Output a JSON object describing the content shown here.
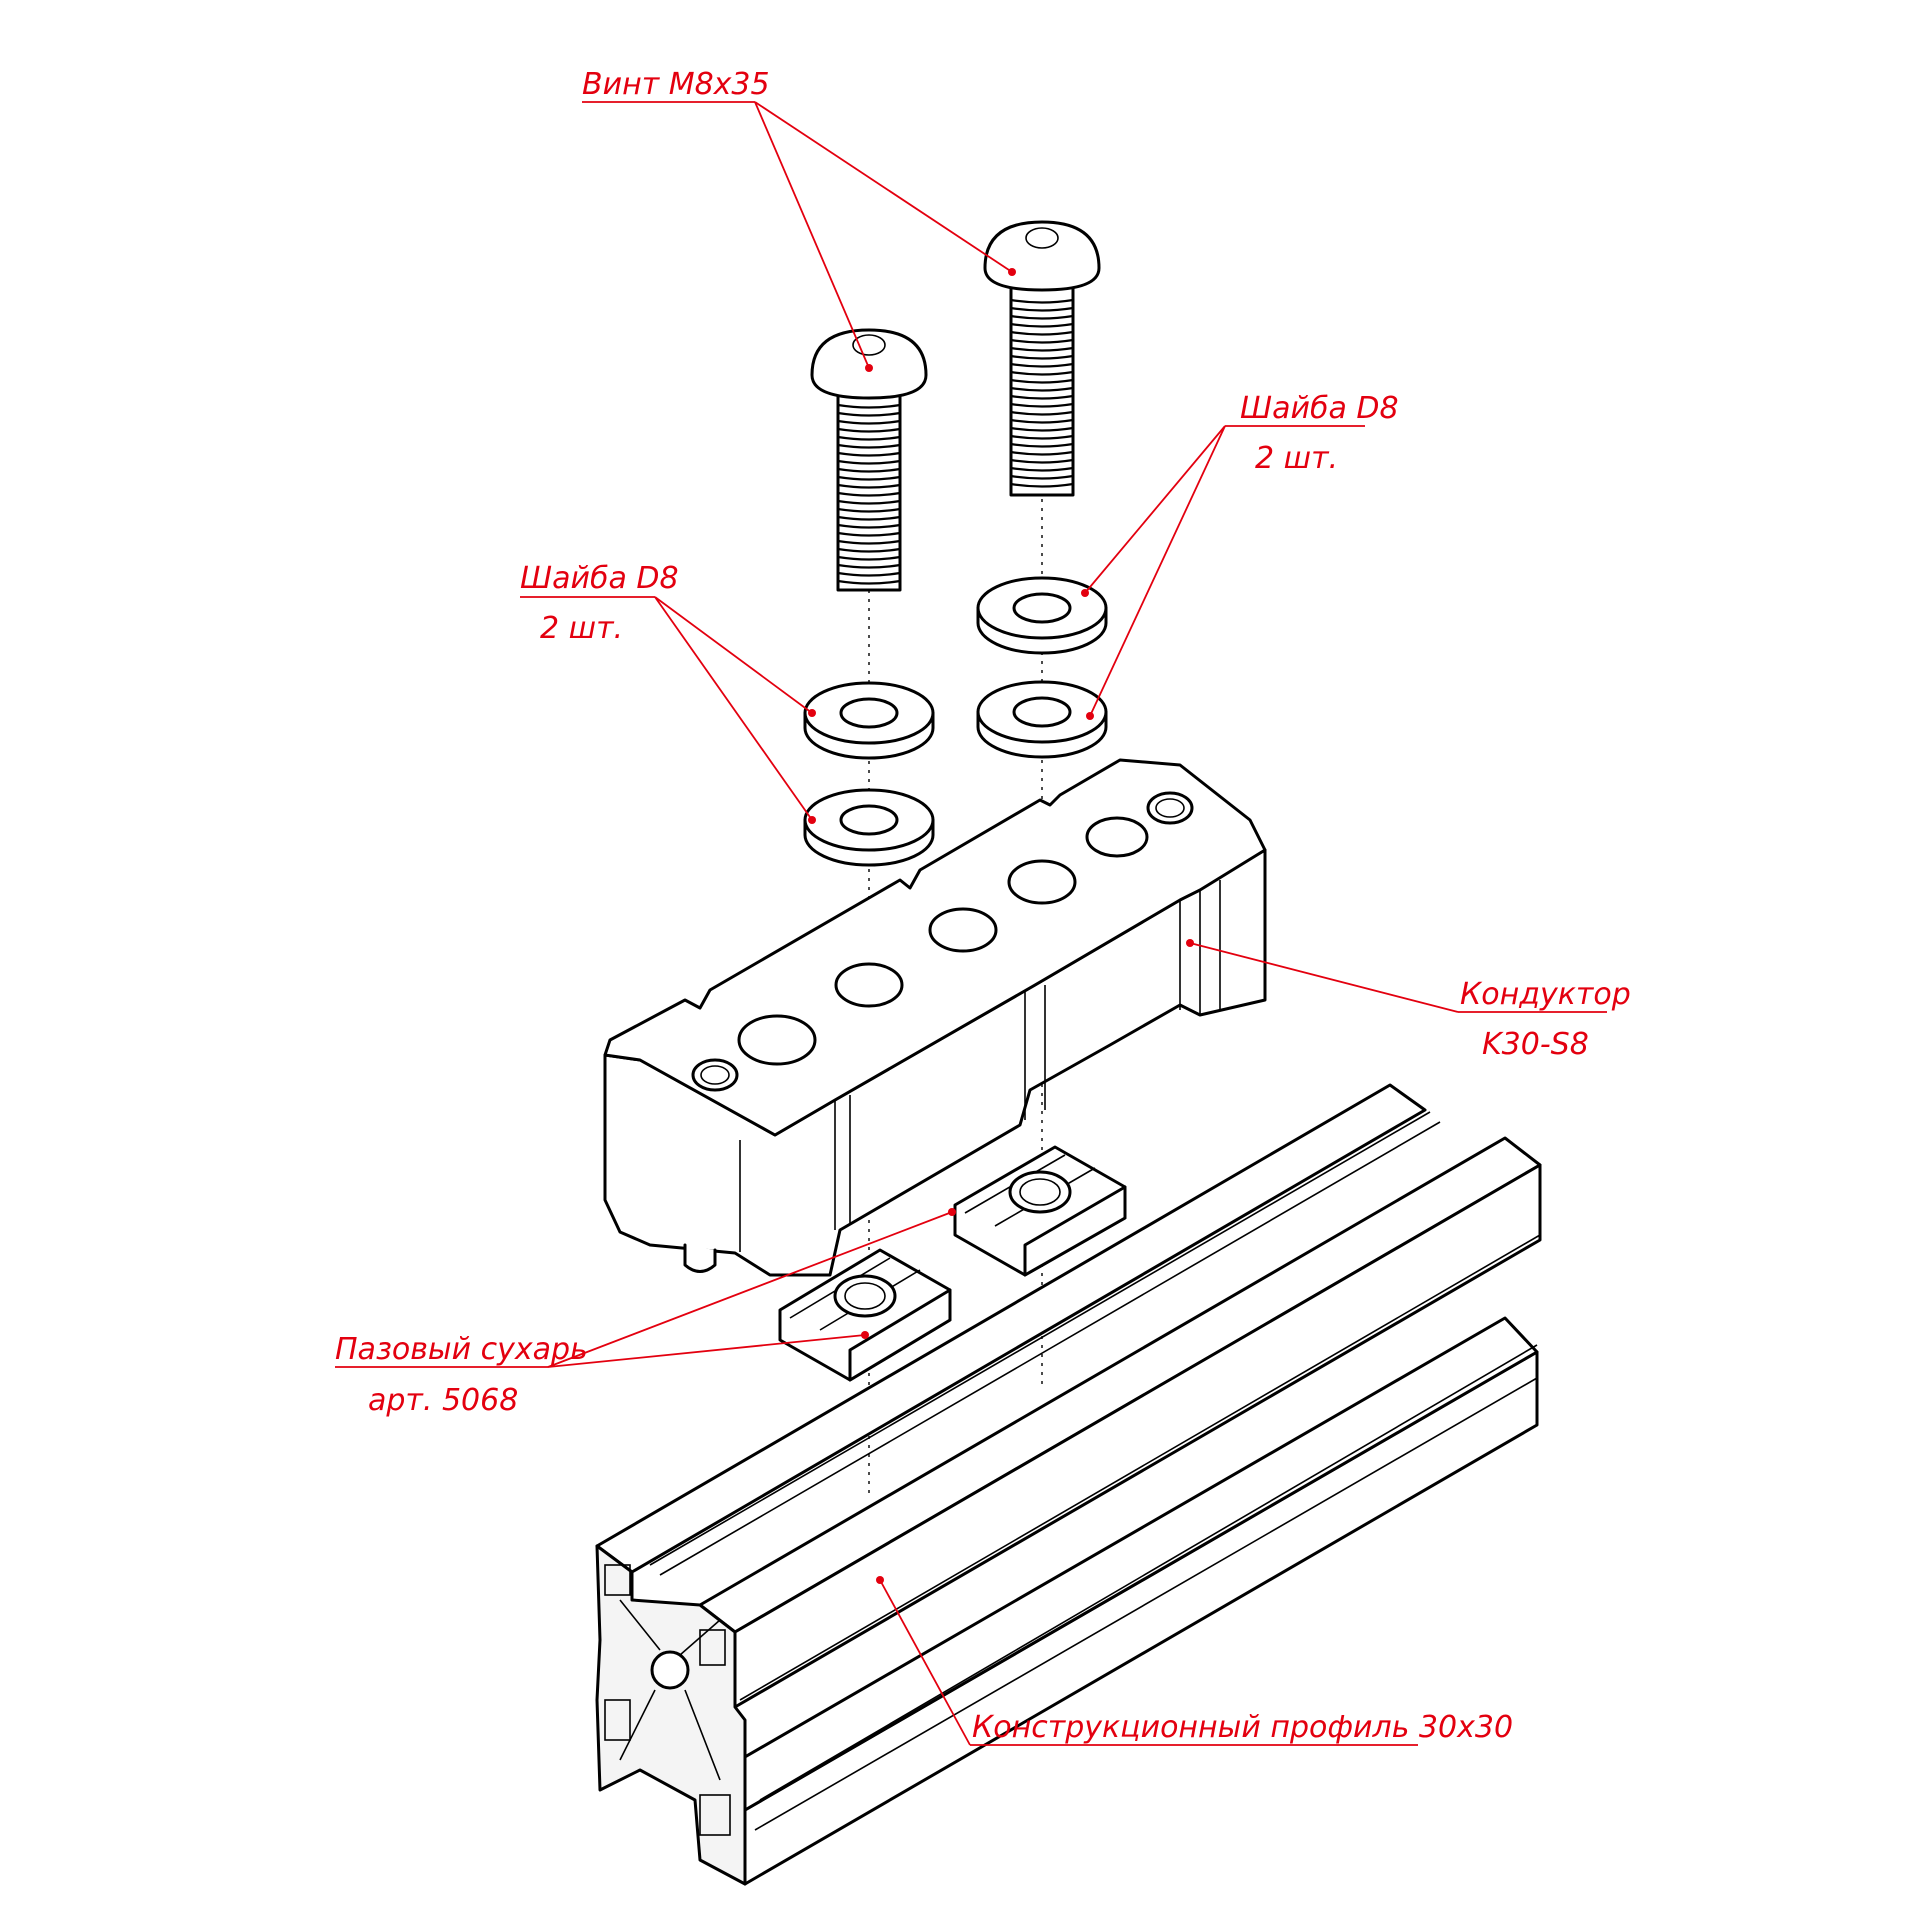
{
  "callouts": {
    "screw": {
      "line1": "Винт M8x35"
    },
    "washer_left": {
      "line1": "Шайба D8",
      "line2": "2 шт."
    },
    "washer_right": {
      "line1": "Шайба D8",
      "line2": "2 шт."
    },
    "jig": {
      "line1": "Кондуктор",
      "line2": "K30-S8"
    },
    "tnut": {
      "line1": "Пазовый сухарь",
      "line2": "арт. 5068"
    },
    "profile": {
      "line1": "Конструкционный профиль 30x30"
    }
  },
  "colors": {
    "annotation": "#e3000f",
    "outline": "#000000",
    "background": "#ffffff"
  }
}
